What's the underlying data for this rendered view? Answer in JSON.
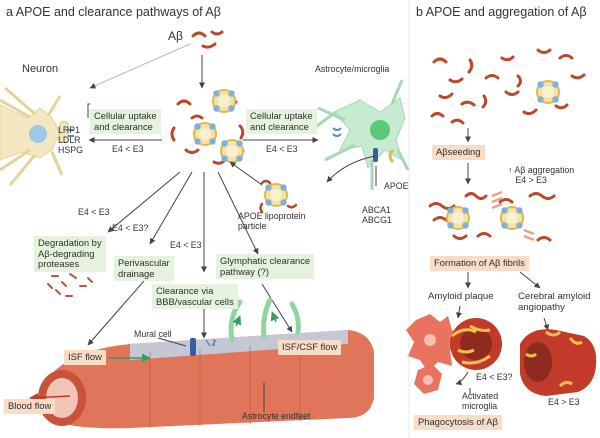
{
  "panel_a": {
    "heading": "a  APOE and clearance pathways of Aβ",
    "abeta": "Aβ",
    "neuron": "Neuron",
    "receptors": "LRP1\nLDLR\nHSPG",
    "astrocyte_microglia": "Astrocyte/microglia",
    "uptake_left": "Cellular uptake\nand clearance",
    "uptake_right": "Cellular uptake\nand clearance",
    "ratio_left": "E4 < E3",
    "ratio_right": "E4 < E3",
    "apoe": "APOE",
    "apoe_particle": "APOE lipoprotein\nparticle",
    "abca": "ABCA1\nABCG1",
    "e4_lt_e3_a": "E4 < E3",
    "e4_lt_e3_q": "E4 < E3?",
    "e4_lt_e3_b": "E4 < E3",
    "degradation": "Degradation by\nAβ-degrading\nproteases",
    "perivascular": "Perivascular\ndrainage",
    "glymphatic": "Glymphatic clearance\npathway (?)",
    "bbb": "Clearance via\nBBB/vascular cells",
    "mural_cell": "Mural cell",
    "isf_flow": "ISF flow",
    "isf_csf_flow": "ISF/CSF flow",
    "blood_flow": "Blood flow",
    "astro_endfeet": "Astrocyte endfeet"
  },
  "panel_b": {
    "heading": "b  APOE and aggregation of Aβ",
    "seeding": "Aβseeding",
    "aggregation": "↑ Aβ aggregation\n   E4 > E3",
    "fibrils": "Formation of Aβ fibrils",
    "plaque": "Amyloid plaque",
    "caa": "Cerebral amyloid\nangiopathy",
    "e4_lt_e3_q": "E4 < E3?",
    "activated_microglia": "Activated\nmicroglia",
    "e4_gt_e3": "E4 > E3",
    "phagocytosis": "Phagocytosis of Aβ"
  },
  "colors": {
    "green_box": "#e5f3de",
    "orange_box": "#f9dcc6",
    "abeta": "#b94a2c",
    "apoe_particle": "#e8c15a",
    "vessel": "#e0755a",
    "microglia": "#e8745f",
    "neuron_body": "#f4e8c2",
    "astrocyte": "#c6ebd0"
  },
  "icons": [
    "neuron-cell",
    "astrocyte-cell",
    "apoe-particle",
    "blood-vessel",
    "microglia-cell",
    "amyloid-plaque"
  ]
}
